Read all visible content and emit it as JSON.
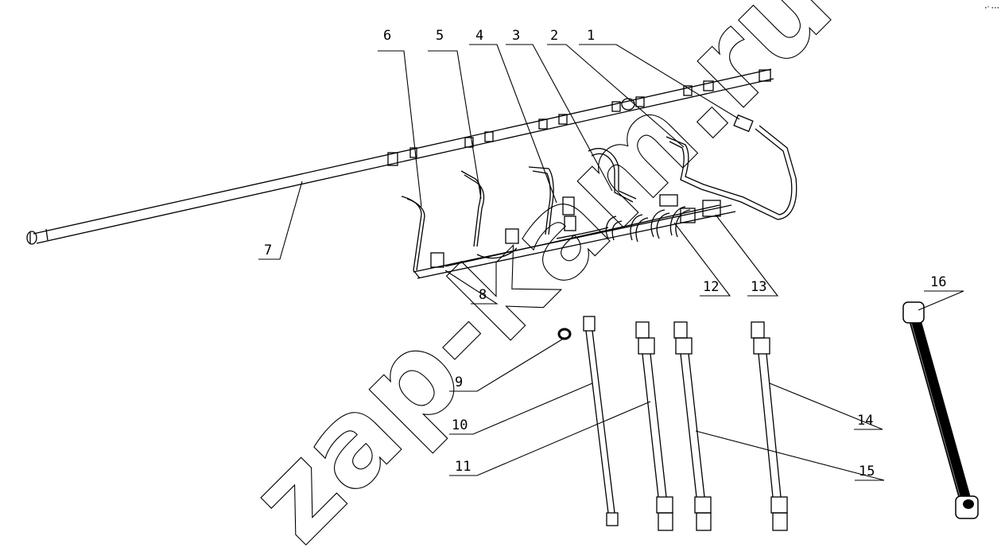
{
  "corner_mark": "•° •••",
  "watermark": "zap-kam.ru",
  "callouts": [
    "1",
    "2",
    "3",
    "4",
    "5",
    "6",
    "7",
    "8",
    "9",
    "10",
    "11",
    "12",
    "13",
    "14",
    "15",
    "16"
  ]
}
